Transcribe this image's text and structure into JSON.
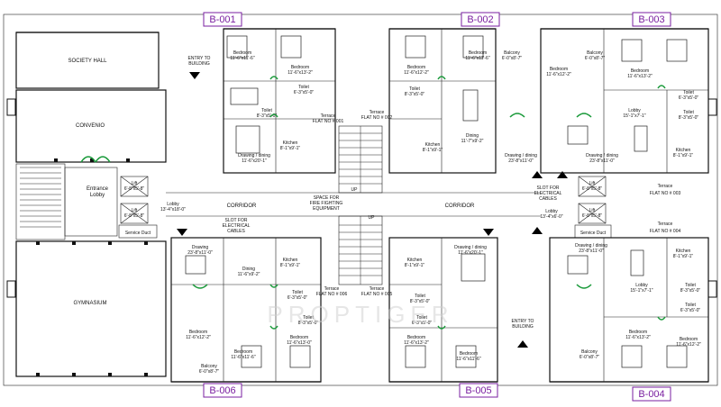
{
  "blocks": {
    "b001": "B-001",
    "b002": "B-002",
    "b003": "B-003",
    "b004": "B-004",
    "b005": "B-005",
    "b006": "B-006"
  },
  "rooms": {
    "society_hall": "SOCIETY HALL",
    "convenio": "CONVENIO",
    "gymnasium": "GYMNASIUM",
    "entrance_lobby": "Entrance\nLobby",
    "entrance_lobby_l1": "Entrance",
    "entrance_lobby_l2": "Lobby",
    "corridor_left": "CORRIDOR",
    "corridor_right": "CORRIDOR",
    "entry_top_l1": "ENTRY TO",
    "entry_top_l2": "BUILDING",
    "entry_bottom_l1": "ENTRY TO",
    "entry_bottom_l2": "BUILDING",
    "lobby_main_l1": "Lobby",
    "lobby_main_l2": "13'-4\"x18'-0\"",
    "lobby_right_l1": "Lobby",
    "lobby_right_l2": "13'-4\"x6'-0\"",
    "service_duct_left": "Service Duct",
    "service_duct_right": "Service Duct",
    "fire_l1": "SPACE FOR",
    "fire_l2": "FIRE FIGHTING",
    "fire_l3": "EQUIPMENT",
    "slot_left_l1": "SLOT FOR",
    "slot_left_l2": "ELECTRICAL",
    "slot_left_l3": "CABLES",
    "slot_right_l1": "SLOT FOR",
    "slot_right_l2": "ELECTRICAL",
    "slot_right_l3": "CABLES",
    "up_top": "UP",
    "up_bottom": "UP",
    "lift1_l1": "Lift",
    "lift1_l2": "6'-8\"x5'-8\"",
    "lift2_l1": "Lift",
    "lift2_l2": "6'-8\"x5'-8\"",
    "lift3_l1": "Lift",
    "lift3_l2": "6'-8\"x5'-8\"",
    "lift4_l1": "Lift",
    "lift4_l2": "6'-8\"x5'-8\""
  },
  "flats": {
    "f001": {
      "terrace": "Terrace",
      "no": "FLAT NO # 001"
    },
    "f002": {
      "terrace": "Terrace",
      "no": "FLAT NO # 002"
    },
    "f003": {
      "terrace": "Terrace",
      "no": "FLAT NO # 003"
    },
    "f004": {
      "terrace": "Terrace",
      "no": "FLAT NO # 004"
    },
    "f005": {
      "terrace": "Terrace",
      "no": "FLAT NO # 005"
    },
    "f006": {
      "terrace": "Terrace",
      "no": "FLAT NO # 006"
    }
  },
  "unit_rooms": {
    "bedroom_a": "Bedroom",
    "bedroom_a_dim": "11'-6\"x11'-6\"",
    "bedroom_b": "Bedroom",
    "bedroom_b_dim": "11'-6\"x13'-2\"",
    "bedroom_c": "Bedroom",
    "bedroom_c_dim": "11'-6\"x12'-2\"",
    "bedroom_d": "Bedroom",
    "bedroom_d_dim": "11'-6\"x13'-0\"",
    "toilet_a": "Toilet",
    "toilet_a_dim": "6'-3\"x5'-0\"",
    "toilet_b": "Toilet",
    "toilet_b_dim": "8'-3\"x5'-0\"",
    "kitchen_a": "Kitchen",
    "kitchen_a_dim": "8'-1\"x9'-1\"",
    "kitchen_b": "Kitchen",
    "kitchen_b_dim": "8'-1\"x9'-1\"",
    "drawing_a": "Drawing / dining",
    "drawing_a_dim": "11'-6\"x20'-1\"",
    "drawing_b": "Drawing / dining",
    "drawing_b_dim": "23'-8\"x11'-0\"",
    "drawing_c": "Drawing / dining",
    "drawing_c_dim": "23'-8\"x11'-0\"",
    "drawing_d": "Drawing / dining",
    "drawing_d_dim": "23'-8\"x11'-0\"",
    "drawing_e": "Drawing",
    "drawing_e_dim": "23'-8\"x11'-0\"",
    "dining_a": "Dining",
    "dining_a_dim": "11'-7\"x9'-2\"",
    "dining_b": "Dining",
    "dining_b_dim": "11'-6\"x9'-2\"",
    "balcony_a": "Balcony",
    "balcony_a_dim": "6'-0\"x8'-7\"",
    "balcony_b": "Balcony",
    "balcony_b_dim": "6'-0\"x8'-7\"",
    "balcony_c": "Balcony",
    "balcony_c_dim": "6'-0\"x8'-7\"",
    "lobby_unit": "Lobby",
    "lobby_unit_dim": "15'-1\"x7'-1\""
  },
  "watermark": "PROPTIGER",
  "colors": {
    "block_label": "#7a1fa0",
    "door_green": "#1a9a3a",
    "wall": "#111111",
    "arrow": "#000000"
  }
}
